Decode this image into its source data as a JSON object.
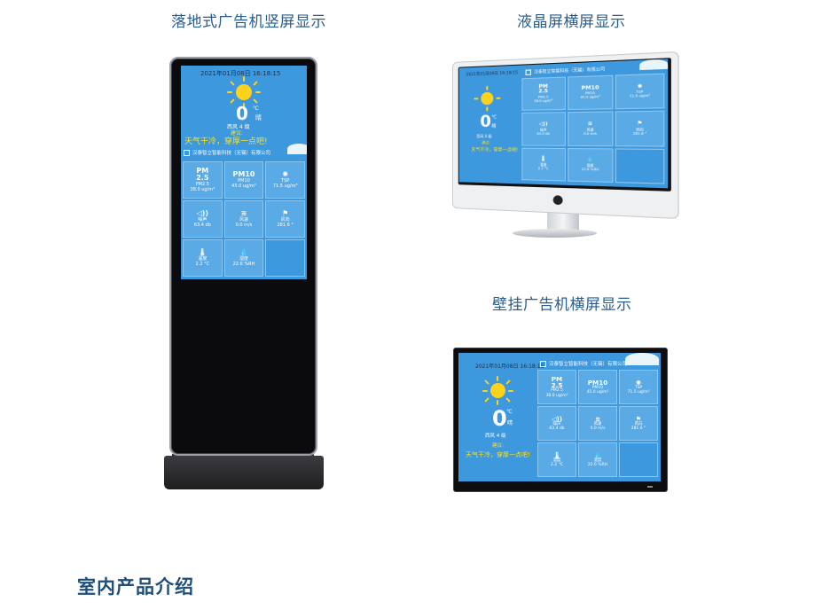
{
  "captions": {
    "kiosk": "落地式广告机竖屏显示",
    "monitor": "液晶屏横屏显示",
    "wall": "壁挂广告机横屏显示"
  },
  "section_title": "室内产品介绍",
  "weather": {
    "datetime": "2021年01月08日 16:18:15",
    "temp": "0",
    "unit": "℃",
    "condition": "晴",
    "wind": "西风 4 级",
    "tip_label": "建议:",
    "tip": "天气干冷，穿厚一点吧!",
    "company": "汉泰智立智能科技（无锡）有限公司"
  },
  "tiles": [
    {
      "icon": "PM\n2.5",
      "icon_name": "pm25-icon",
      "name": "PM2.5",
      "value": "38.0 ug/m³"
    },
    {
      "icon": "PM10",
      "icon_name": "pm10-icon",
      "name": "PM10",
      "value": "45.0 ug/m³"
    },
    {
      "icon": "✺",
      "icon_name": "tsp-icon",
      "name": "TSP",
      "value": "71.5 ug/m³"
    },
    {
      "icon": "◁))",
      "icon_name": "noise-icon",
      "name": "噪声",
      "value": "63.4 db"
    },
    {
      "icon": "≋",
      "icon_name": "wind-speed-icon",
      "name": "风速",
      "value": "0.0 m/s"
    },
    {
      "icon": "⚑",
      "icon_name": "wind-direction-icon",
      "name": "风向",
      "value": "281.6 °"
    },
    {
      "icon": "🌡",
      "icon_name": "temperature-icon",
      "name": "温度",
      "value": "2.2 °C"
    },
    {
      "icon": "💧",
      "icon_name": "humidity-icon",
      "name": "湿度",
      "value": "22.6 %RH"
    }
  ],
  "colors": {
    "screen_bg": "#3d98de",
    "tile_bg": "#5aaae6",
    "sun": "#ffd21c",
    "tip_text": "#ffe21a",
    "caption_text": "#2a5d8f",
    "title_text": "#1f4e79"
  }
}
